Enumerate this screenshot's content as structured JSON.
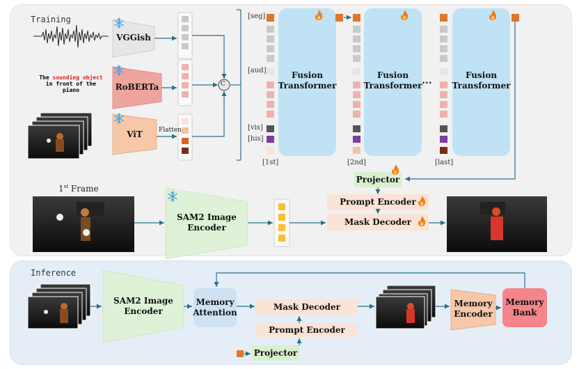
{
  "sections": {
    "training": "Training",
    "inference": "Inference"
  },
  "training": {
    "encoders": {
      "audio": "VGGish",
      "text": "RoBERTa",
      "vision": "ViT"
    },
    "caption": {
      "pre": "The ",
      "highlight": "sounding object",
      "post_line1": "in front of the",
      "post_line2": "piano"
    },
    "flatten": "Flatten",
    "concat": "C",
    "token_tags": {
      "seg": "[seg]",
      "aud": "[aud]",
      "vis": "[vis]",
      "his": "[his]"
    },
    "fusion": "Fusion Transformer",
    "stage_labels": [
      "[1st]",
      "[2nd]",
      "[last]"
    ],
    "ellipsis": "...",
    "projector": "Projector",
    "first_frame_prefix": "1",
    "first_frame_sup": "st",
    "first_frame_suffix": " Frame",
    "sam2_encoder": "SAM2 Image Encoder",
    "prompt_encoder": "Prompt Encoder",
    "mask_decoder": "Mask Decoder"
  },
  "inference": {
    "sam2_encoder": "SAM2 Image Encoder",
    "memory_attention": "Memory Attention",
    "mask_decoder": "Mask Decoder",
    "prompt_encoder": "Prompt Encoder",
    "projector": "Projector",
    "memory_encoder": "Memory Encoder",
    "memory_bank": "Memory Bank"
  },
  "icons": [
    "snowflake-icon",
    "flame-icon",
    "waveform-icon",
    "video-frame-icon"
  ],
  "colors": {
    "frozen": "#4aa3df",
    "flame": "#f47b20",
    "seg_token": "#e0762a",
    "fusion_fill": "#bfe3f4",
    "projector_fill": "#d9f0d0",
    "decoder_fill": "#fbe3d6",
    "memory_attention_fill": "#cfe2f3",
    "memory_bank_fill": "#f4858a",
    "sam2_fill": "#dff1d6",
    "vggish_fill": "#e6e6e6",
    "roberta_fill": "#eea5a0",
    "vit_fill": "#f6c7a8",
    "image_token": "#fbc02d"
  }
}
